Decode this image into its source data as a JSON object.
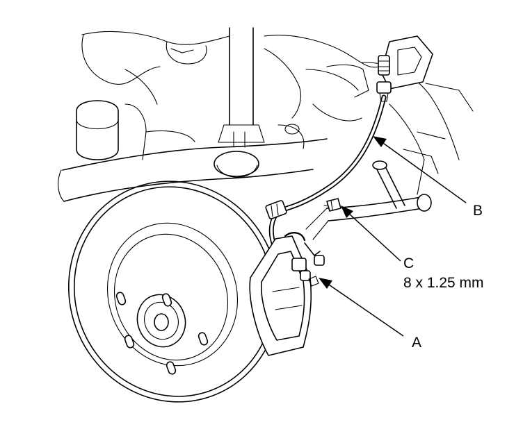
{
  "callouts": {
    "a": {
      "letter": "A"
    },
    "b": {
      "letter": "B"
    },
    "c": {
      "letter": "C",
      "spec": "8 x 1.25 mm"
    }
  }
}
